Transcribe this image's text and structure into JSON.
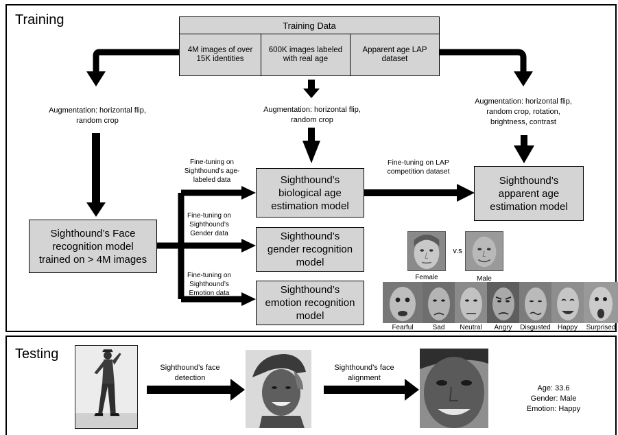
{
  "training": {
    "title": "Training",
    "data_header": "Training Data",
    "data_cells": [
      "4M images of over 15K identities",
      "600K images labeled with real age",
      "Apparent age LAP dataset"
    ],
    "aug_left": "Augmentation: horizontal flip, random crop",
    "aug_mid": "Augmentation: horizontal flip, random crop",
    "aug_right": "Augmentation: horizontal flip, random crop, rotation, brightness, contrast",
    "face_model": "Sighthound’s Face recognition model trained on > 4M images",
    "bio_model": "Sighthound’s biological age estimation model",
    "gender_model": "Sighthound’s gender recognition model",
    "emotion_model": "Sighthound’s emotion recognition model",
    "apparent_model": "Sighthound’s apparent age estimation model",
    "ft_age": "Fine-tuning on Sighthound’s age-labeled data",
    "ft_gender": "Fine-tuning on Sighthound’s Gender data",
    "ft_emotion": "Fine-tuning on Sighthound’s Emotion data",
    "ft_lap": "Fine-tuning on LAP competition dataset",
    "gender_labels": [
      "Female",
      "v.s",
      "Male"
    ],
    "emotions": [
      "Fearful",
      "Sad",
      "Neutral",
      "Angry",
      "Disgusted",
      "Happy",
      "Surprised"
    ]
  },
  "testing": {
    "title": "Testing",
    "detect": "Sighthound’s face detection",
    "align": "Sighthound’s face alignment",
    "results": [
      "Age: 33.6",
      "Gender: Male",
      "Emotion: Happy"
    ]
  }
}
